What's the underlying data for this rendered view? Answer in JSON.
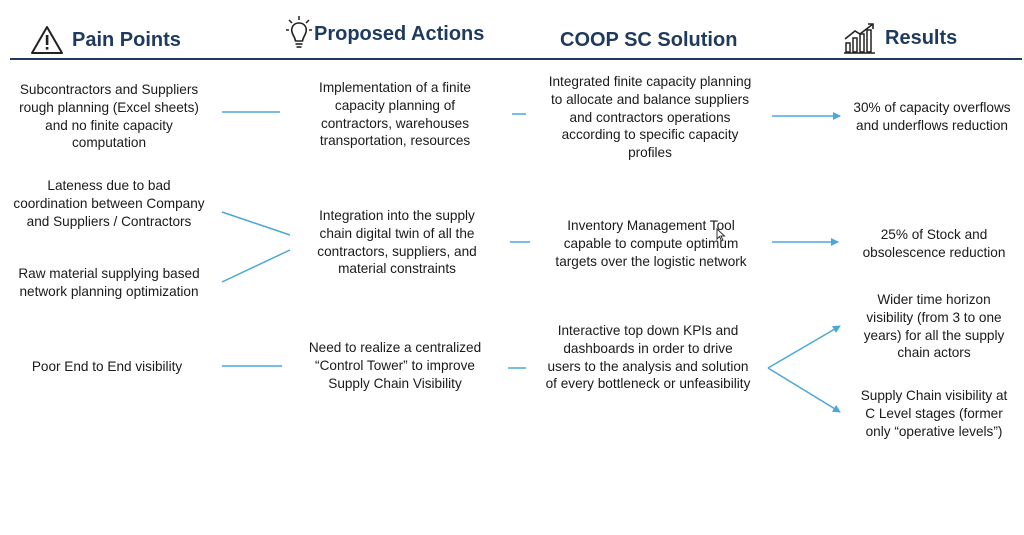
{
  "headers": {
    "pain": "Pain Points",
    "actions": "Proposed Actions",
    "solution": "COOP SC Solution",
    "results": "Results"
  },
  "pain_points": [
    "Subcontractors and Suppliers\nrough planning (Excel sheets)\nand no finite capacity\ncomputation",
    "Lateness due to bad\ncoordination between Company\nand Suppliers / Contractors",
    "Raw material supplying based\nnetwork planning optimization",
    "Poor End to End visibility"
  ],
  "actions": [
    "Implementation of a finite\ncapacity planning of\ncontractors, warehouses\ntransportation, resources",
    "Integration into the supply\nchain digital twin of all the\ncontractors, suppliers, and\nmaterial constraints",
    "Need to realize a centralized\n“Control Tower” to improve\nSupply Chain Visibility"
  ],
  "solutions": [
    "Integrated finite capacity planning\nto allocate and balance suppliers\nand contractors operations\naccording to specific capacity\nprofiles",
    "Inventory Management Tool\ncapable to compute optimum\ntargets over the logistic network",
    "Interactive top down KPIs and\ndashboards in order to drive\nusers to the analysis and solution\nof every bottleneck or unfeasibility"
  ],
  "results": [
    "30% of capacity overflows\nand underflows reduction",
    "25% of Stock and\nobsolescence reduction",
    "Wider time horizon\nvisibility (from 3 to one\nyears) for all the supply\nchain actors",
    "Supply Chain visibility at\nC Level stages (former\nonly “operative levels”)"
  ],
  "colors": {
    "heading": "#1f3a5f",
    "connector": "#4aa8d8"
  },
  "icons": {
    "pain": "warning-triangle-icon",
    "actions": "lightbulb-icon",
    "results": "growth-chart-icon"
  }
}
